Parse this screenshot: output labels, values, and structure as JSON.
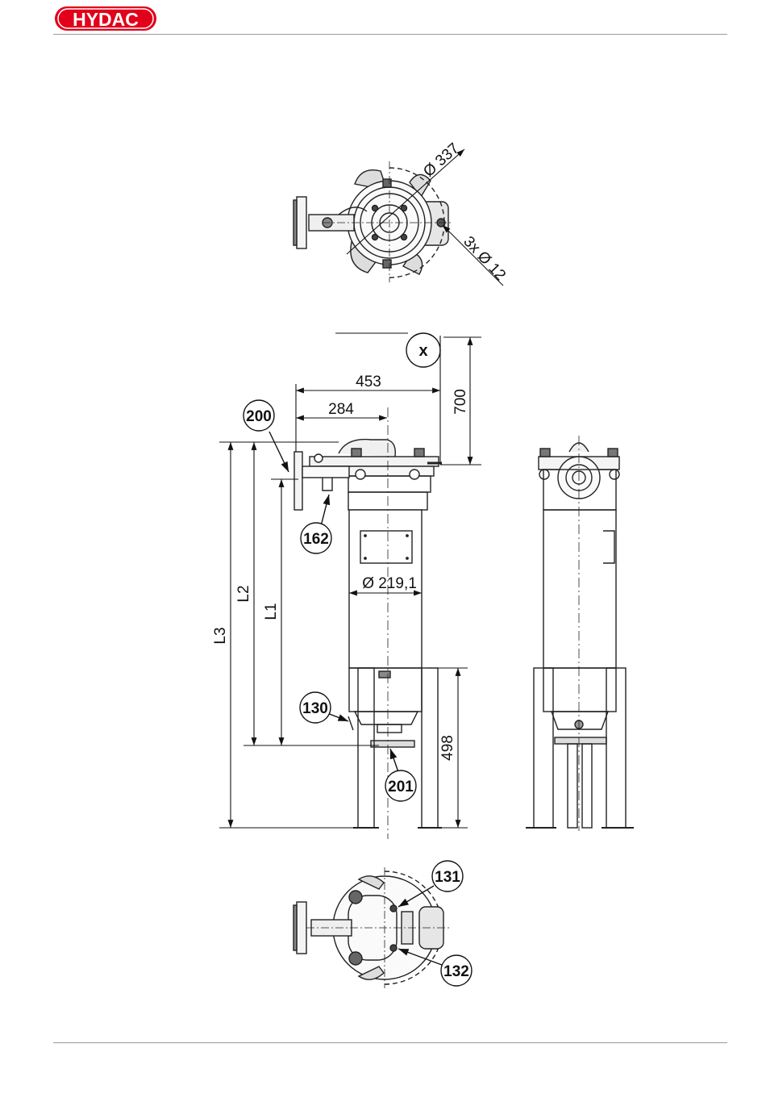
{
  "header": {
    "logo_text": "HYDAC",
    "logo_color": "#e2001a"
  },
  "diagram": {
    "dimensions": {
      "dia_337": "Ø 337",
      "holes": "3x Ø 12",
      "d453": "453",
      "d284": "284",
      "d700": "700",
      "d219": "Ø 219,1",
      "d498": "498",
      "L1": "L1",
      "L2": "L2",
      "L3": "L3"
    },
    "view_marker": "x",
    "references": {
      "r200": "200",
      "r162": "162",
      "r130": "130",
      "r201": "201",
      "r131": "131",
      "r132": "132"
    }
  }
}
